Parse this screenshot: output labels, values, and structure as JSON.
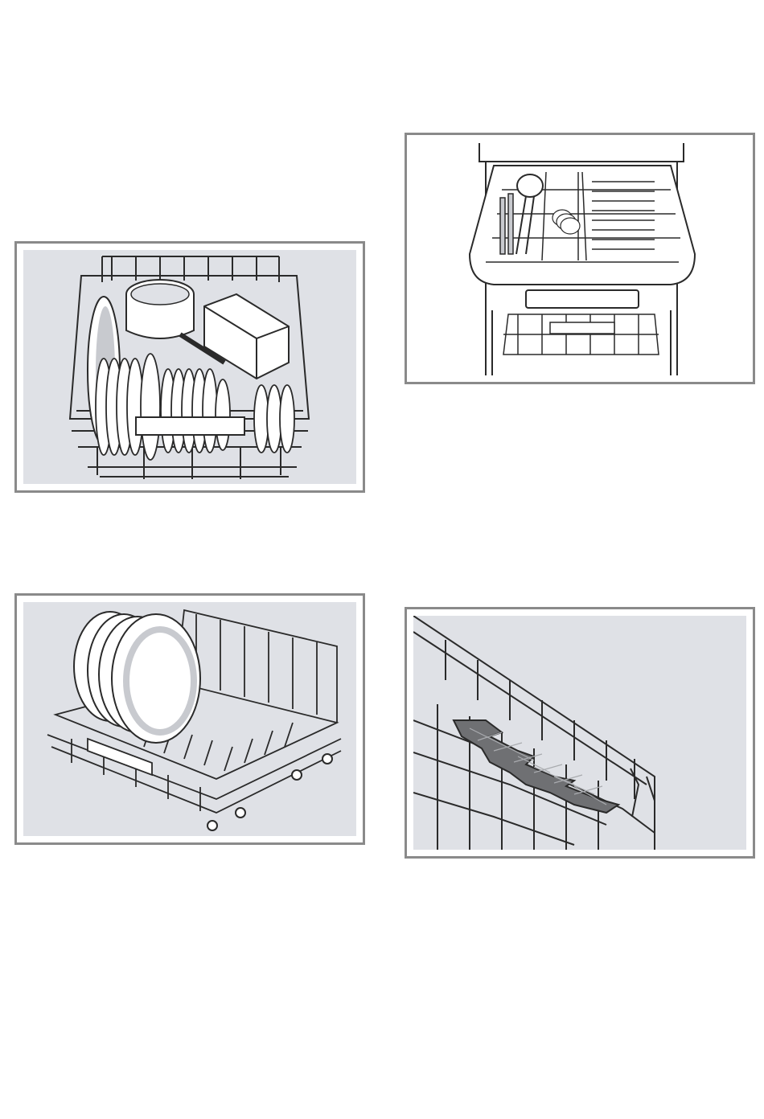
{
  "colors": {
    "panel_bg": "#dfe1e6",
    "frame_border": "#8a8a8a",
    "line": "#2a2a2a",
    "dish_fill": "#ffffff",
    "dish_shade": "#c8cacf",
    "insert_fill": "#6f7073"
  },
  "figures": [
    {
      "name": "lower-rack-loaded-with-plates-and-pots"
    },
    {
      "name": "upper-cutlery-drawer-pulled-out"
    },
    {
      "name": "lower-rack-with-large-plates"
    },
    {
      "name": "rack-tine-insert-closeup"
    }
  ]
}
